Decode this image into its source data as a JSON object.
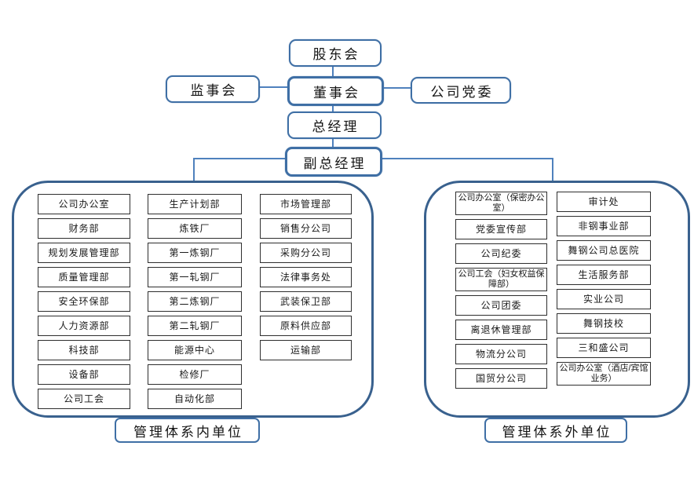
{
  "chart": {
    "nodes": {
      "shareholders": "股东会",
      "supervisory_board": "监事会",
      "board_of_directors": "董事会",
      "party_committee": "公司党委",
      "general_manager": "总经理",
      "deputy_general_manager": "副总经理"
    },
    "left_group": {
      "label": "管理体系内单位",
      "col1": [
        "公司办公室",
        "财务部",
        "规划发展管理部",
        "质量管理部",
        "安全环保部",
        "人力资源部",
        "科技部",
        "设备部",
        "公司工会"
      ],
      "col2": [
        "生产计划部",
        "炼铁厂",
        "第一炼钢厂",
        "第一轧钢厂",
        "第二炼钢厂",
        "第二轧钢厂",
        "能源中心",
        "检修厂",
        "自动化部"
      ],
      "col3": [
        "市场管理部",
        "销售分公司",
        "采购分公司",
        "法律事务处",
        "武装保卫部",
        "原料供应部",
        "运输部"
      ]
    },
    "right_group": {
      "label": "管理体系外单位",
      "col1": [
        "公司办公室（保密办公室）",
        "党委宣传部",
        "公司纪委",
        "公司工会（妇女权益保障部）",
        "公司团委",
        "离退休管理部",
        "物流分公司",
        "国贸分公司"
      ],
      "col2": [
        "审计处",
        "非钢事业部",
        "舞钢公司总医院",
        "生活服务部",
        "实业公司",
        "舞钢技校",
        "三和盛公司",
        "公司办公室（酒店/宾馆业务）"
      ]
    },
    "colors": {
      "connector_blue": "#4f81bd",
      "node_border_blue": "#3f6fa5",
      "group_border_blue": "#39618e",
      "dept_border": "#2e2e2e",
      "text": "#191919"
    }
  }
}
